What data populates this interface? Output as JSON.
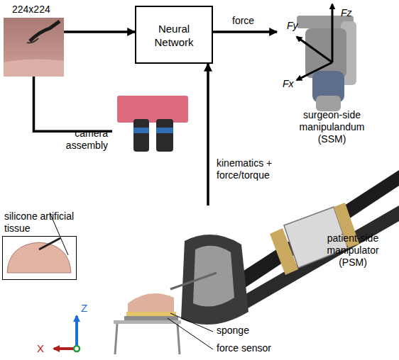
{
  "diagram": {
    "nodes": [
      {
        "text": [
          "224x224"
        ]
      },
      {
        "text": [
          "Neural Network"
        ]
      },
      {
        "text": [
          "surgeon-side manipulandum (SSM)"
        ]
      },
      {
        "text": [
          "camera assembly"
        ]
      },
      {
        "text": [
          "silicone artificial tissue"
        ]
      },
      {
        "text": [
          "patient-side manipulator (PSM)"
        ]
      }
    ],
    "edges": [
      {
        "from": 0,
        "to": 1,
        "arrow": "to"
      },
      {
        "from": 1,
        "to": 2,
        "label": "force",
        "arrow": "to"
      },
      {
        "from": 0,
        "to": 3,
        "arrow": "none"
      },
      {
        "from": 5,
        "to": 1,
        "label": "kinematics + force/torque",
        "arrow": "to"
      }
    ],
    "labels": [
      "Fy",
      "Fz",
      "Fx",
      "sponge",
      "force sensor",
      "Z",
      "X"
    ]
  }
}
